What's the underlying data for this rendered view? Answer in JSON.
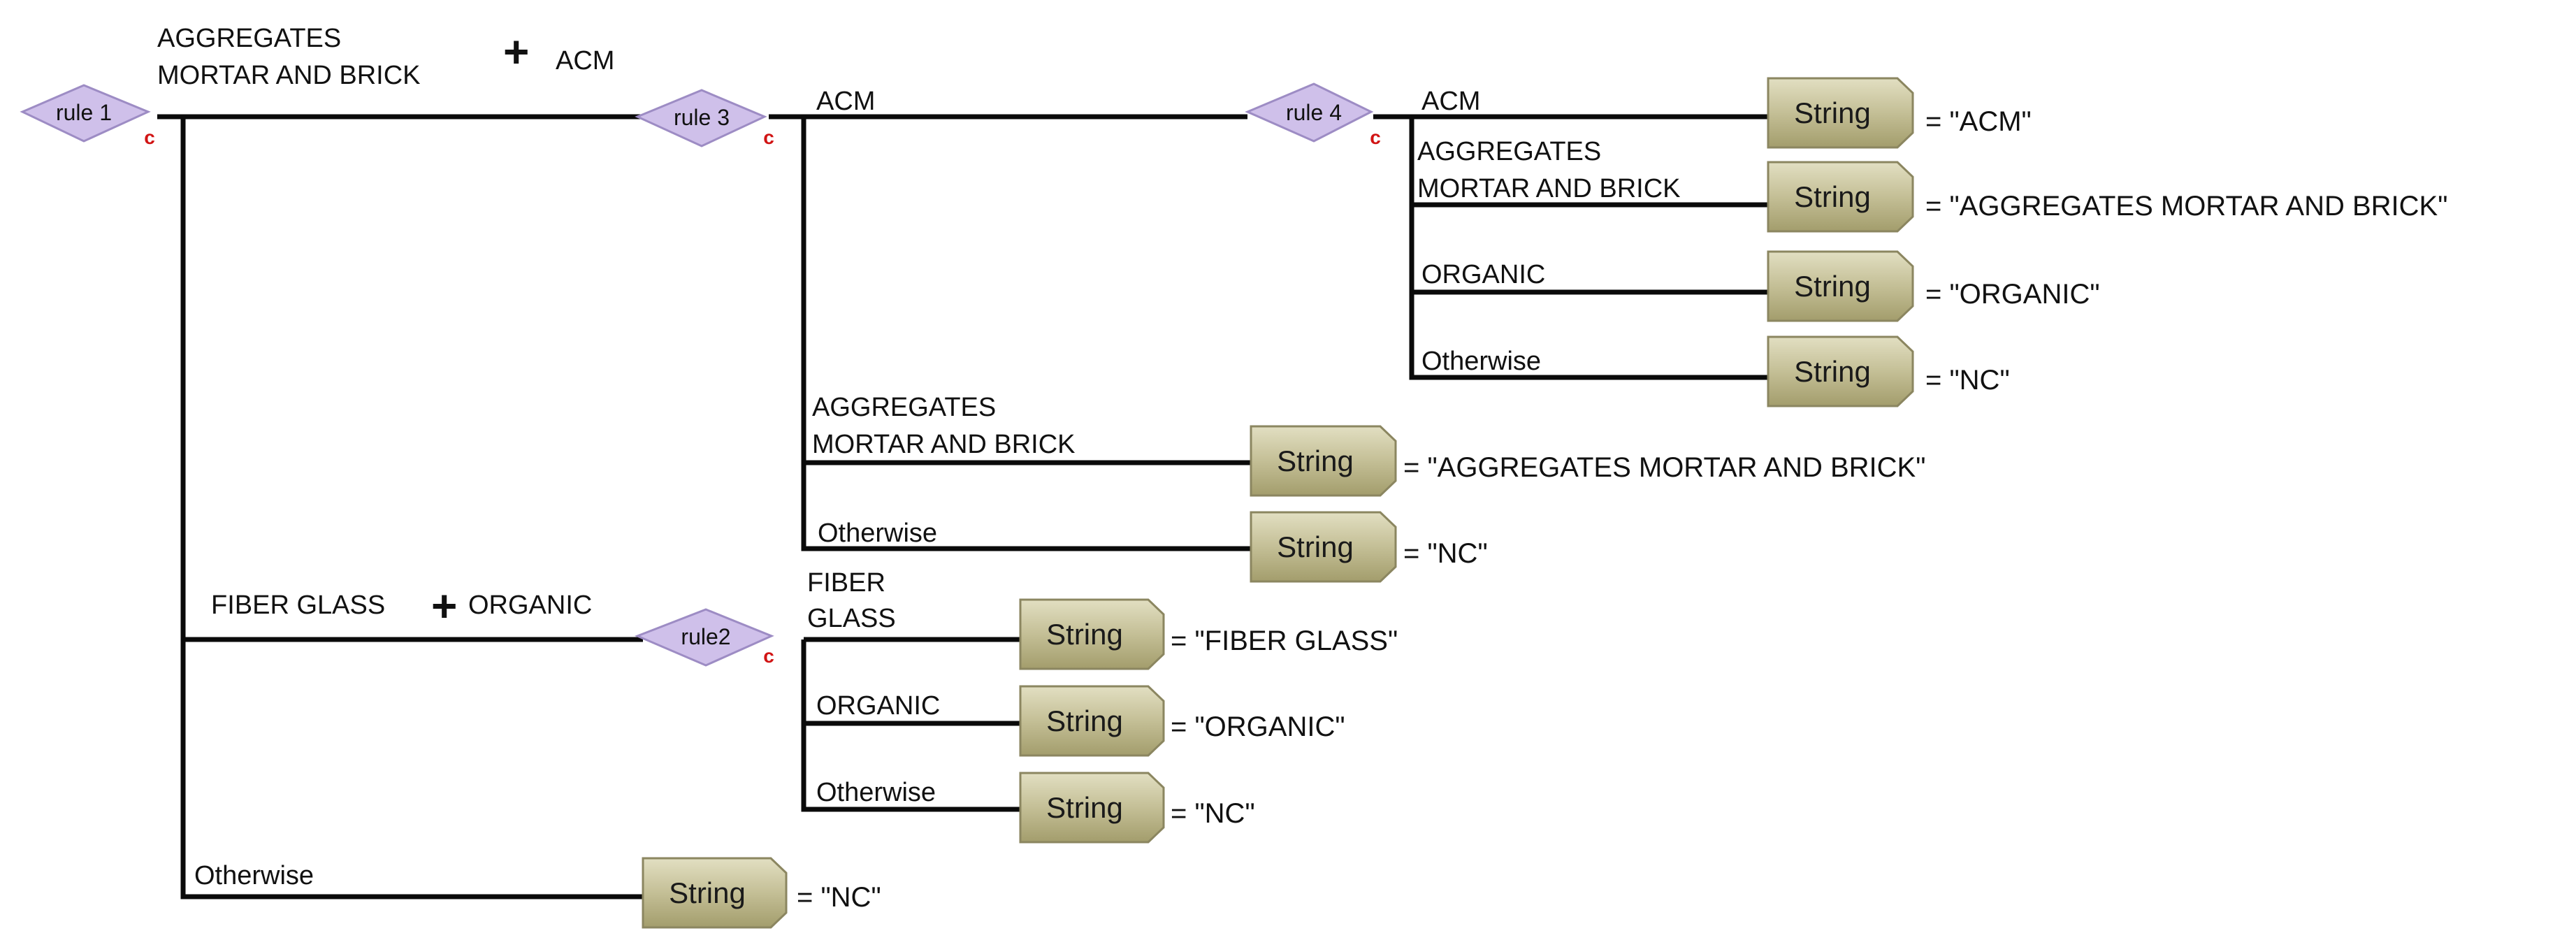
{
  "rules": {
    "rule1": "rule 1",
    "rule3": "rule 3",
    "rule4": "rule 4",
    "rule2": "rule2",
    "continuous_marker": "c"
  },
  "string_label": "String",
  "edges": {
    "r1_to_r3_line1": "AGGREGATES",
    "r1_to_r3_line2": "MORTAR AND BRICK",
    "r1_to_r3_plus": "+",
    "r1_to_r3_line2b": "ACM",
    "r1_to_r2_a": "FIBER GLASS",
    "r1_to_r2_plus": "+",
    "r1_to_r2_b": "ORGANIC",
    "r1_otherwise": "Otherwise",
    "r3_acm": "ACM",
    "r3_agg_line1": "AGGREGATES",
    "r3_agg_line2": "MORTAR AND BRICK",
    "r3_otherwise": "Otherwise",
    "r4_acm": "ACM",
    "r4_agg_line1": "AGGREGATES",
    "r4_agg_line2": "MORTAR AND BRICK",
    "r4_organic": "ORGANIC",
    "r4_otherwise": "Otherwise",
    "r2_fiber_line1": "FIBER",
    "r2_fiber_line2": "GLASS",
    "r2_organic": "ORGANIC",
    "r2_otherwise": "Otherwise"
  },
  "results": {
    "r4_acm": "= \"ACM\"",
    "r4_agg": "= \"AGGREGATES MORTAR AND BRICK\"",
    "r4_organic": "= \"ORGANIC\"",
    "r4_otherwise": "= \"NC\"",
    "r3_agg": "= \"AGGREGATES MORTAR AND BRICK\"",
    "r3_otherwise": "= \"NC\"",
    "r2_fiber": "= \"FIBER GLASS\"",
    "r2_organic": "= \"ORGANIC\"",
    "r2_otherwise": "= \"NC\"",
    "r1_otherwise": "= \"NC\""
  },
  "colors": {
    "rule_fill": "#cfc0ea",
    "string_fill_top": "#dcd9b8",
    "string_fill_bottom": "#aba577",
    "edge": "#0a0a0a",
    "marker": "#d11414"
  }
}
